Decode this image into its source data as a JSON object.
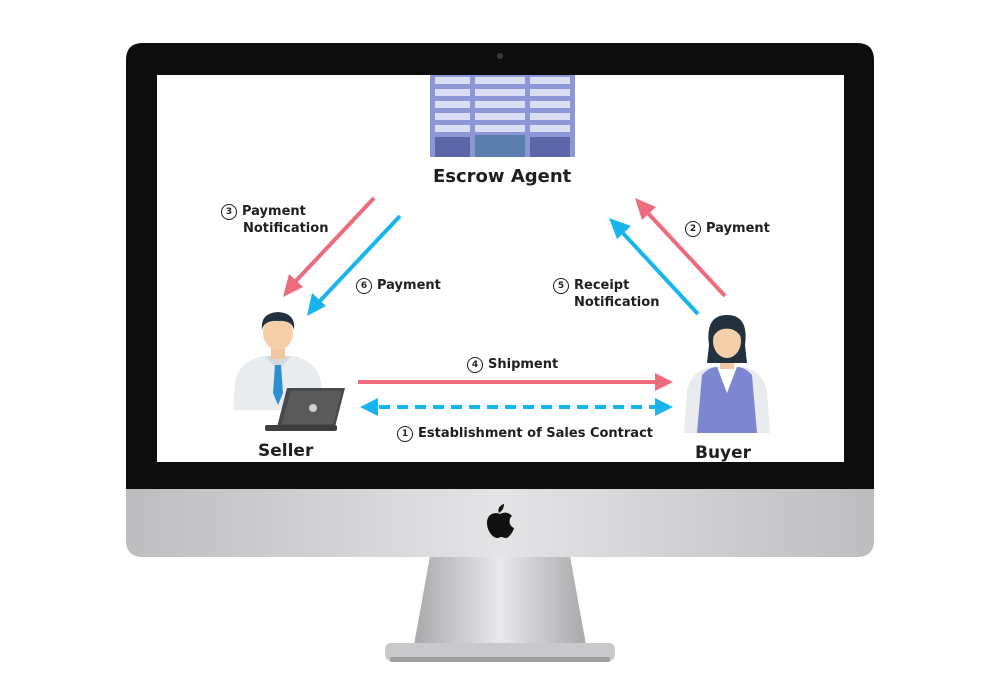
{
  "diagram": {
    "nodes": {
      "escrow_agent": "Escrow Agent",
      "seller": "Seller",
      "buyer": "Buyer"
    },
    "steps": [
      {
        "num": "1",
        "label": "Establishment of Sales Contract"
      },
      {
        "num": "2",
        "label": "Payment"
      },
      {
        "num": "3",
        "label": "Payment",
        "label2": "Notification"
      },
      {
        "num": "4",
        "label": "Shipment"
      },
      {
        "num": "5",
        "label": "Receipt",
        "label2": "Notification"
      },
      {
        "num": "6",
        "label": "Payment"
      }
    ]
  },
  "colors": {
    "arrow_red": "#ee6b7b",
    "arrow_blue": "#18b4ee",
    "bezel": "#0d0d0d",
    "chin": "#cfcfd1",
    "building": "#8c98d6",
    "buyer_vest": "#7d86d2"
  },
  "icons": [
    "building-icon",
    "seller-person-icon",
    "laptop-icon",
    "buyer-person-icon",
    "apple-logo-icon",
    "webcam-icon"
  ]
}
